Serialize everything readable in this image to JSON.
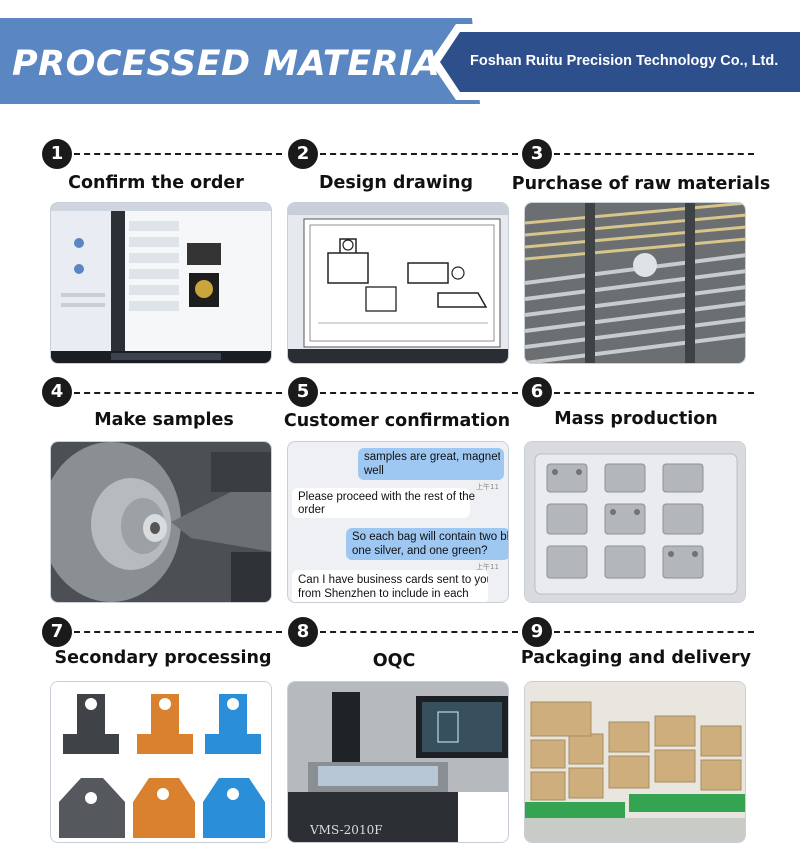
{
  "header": {
    "title": "PROCESSED MATERIAL",
    "company": "Foshan Ruitu Precision Technology Co., Ltd."
  },
  "steps": [
    {
      "number": "1",
      "title": "Confirm the order"
    },
    {
      "number": "2",
      "title": "Design drawing"
    },
    {
      "number": "3",
      "title": "Purchase of raw materials"
    },
    {
      "number": "4",
      "title": "Make samples"
    },
    {
      "number": "5",
      "title": "Customer confirmation"
    },
    {
      "number": "6",
      "title": "Mass production"
    },
    {
      "number": "7",
      "title": "Secondary processing"
    },
    {
      "number": "8",
      "title": "OQC"
    },
    {
      "number": "9",
      "title": "Packaging and delivery"
    }
  ],
  "chat": {
    "msg1": "samples are great, magnet wo",
    "msg1b": "well",
    "time1": "上午11",
    "msg2": "Please proceed with the rest of the",
    "msg2b": "order",
    "msg3": "So each bag will contain two blac",
    "msg3b": "one silver, and one green?",
    "time3": "上午11",
    "msg4": "Can I have business cards sent to you",
    "msg4b": "from Shenzhen to include in each"
  },
  "machine_label": "VMS-2010F",
  "colors": {
    "banner": "#5a86c2",
    "company_bg": "#2d4f8c",
    "badge": "#1a1a1a"
  }
}
